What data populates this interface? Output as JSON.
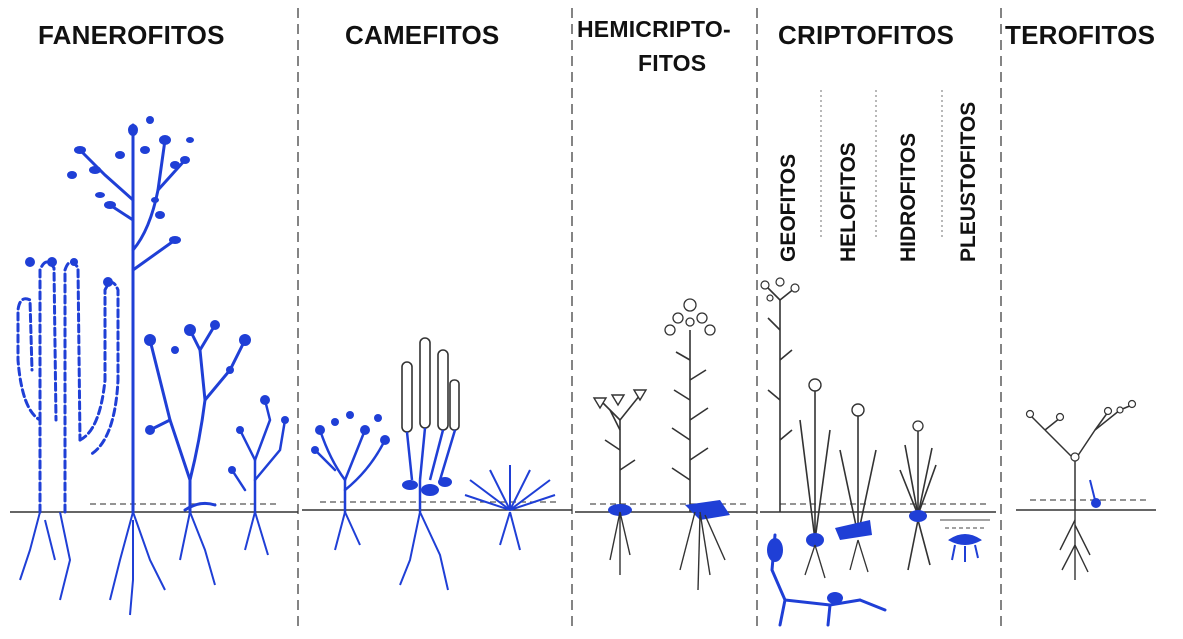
{
  "colors": {
    "plant": "#1f3fd6",
    "outline": "#2a2a2a",
    "divider": "#666666",
    "background": "#ffffff"
  },
  "headings": {
    "fanerofitos": "FANEROFITOS",
    "camefitos": "CAMEFITOS",
    "hemicripto_line1": "HEMICRIPTO-",
    "hemicripto_line2": "FITOS",
    "criptofitos": "CRIPTOFITOS",
    "terofitos": "TEROFITOS"
  },
  "subheadings": {
    "geofitos": "GEOFITOS",
    "helofitos": "HELOFITOS",
    "hidrofitos": "HIDROFITOS",
    "pleustofitos": "PLEUSTOFITOS"
  }
}
